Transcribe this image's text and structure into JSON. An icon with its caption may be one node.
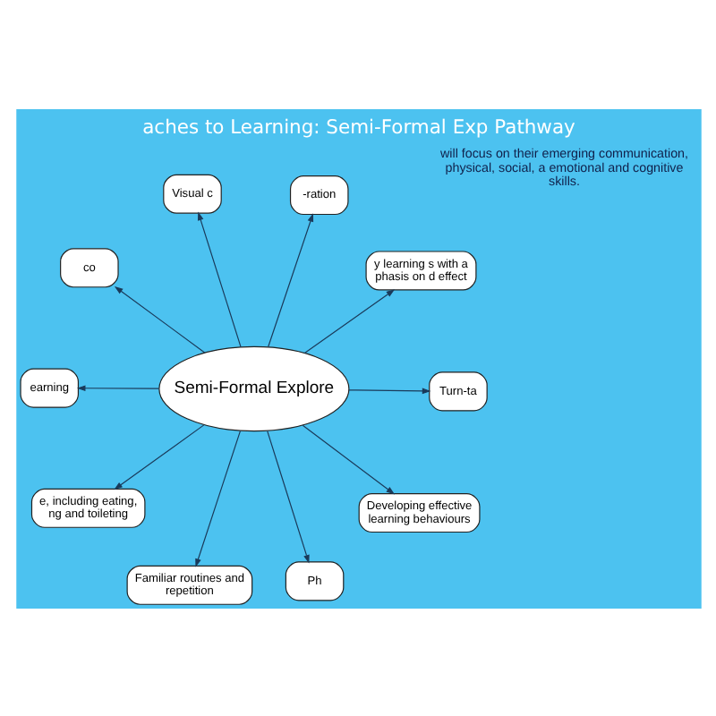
{
  "diagram": {
    "title": "aches to Learning: Semi-Formal Exp Pathway",
    "nodes": [
      {
        "text": [
          "Semi-Formal Explore"
        ]
      },
      {
        "text": [
          "y learning s with a phasis on d effect"
        ]
      },
      {
        "text": [
          "Familiar routines and repetition"
        ]
      },
      {
        "text": [
          "Visual c"
        ]
      },
      {
        "text": [
          "-ration"
        ]
      },
      {
        "text": [
          "co"
        ]
      },
      {
        "text": [
          "earning"
        ]
      },
      {
        "text": [
          "Turn-ta"
        ]
      },
      {
        "text": [
          "e, including eating, ng and toileting"
        ]
      },
      {
        "text": [
          "Developing effective learning behaviours"
        ]
      },
      {
        "text": [
          "Ph"
        ]
      }
    ],
    "edges": [
      {
        "from": 0,
        "to": 1,
        "arrow": "to"
      },
      {
        "from": 0,
        "to": 2,
        "arrow": "to"
      },
      {
        "from": 0,
        "to": 3,
        "arrow": "to"
      },
      {
        "from": 0,
        "to": 4,
        "arrow": "to"
      },
      {
        "from": 0,
        "to": 5,
        "arrow": "to"
      },
      {
        "from": 0,
        "to": 6,
        "arrow": "to"
      },
      {
        "from": 0,
        "to": 7,
        "arrow": "to"
      },
      {
        "from": 0,
        "to": 8,
        "arrow": "to"
      },
      {
        "from": 0,
        "to": 9,
        "arrow": "to"
      },
      {
        "from": 0,
        "to": 10,
        "arrow": "to"
      }
    ],
    "labels": [
      "will focus on their emerging communication, physical, social, a emotional and cognitive skills."
    ]
  }
}
